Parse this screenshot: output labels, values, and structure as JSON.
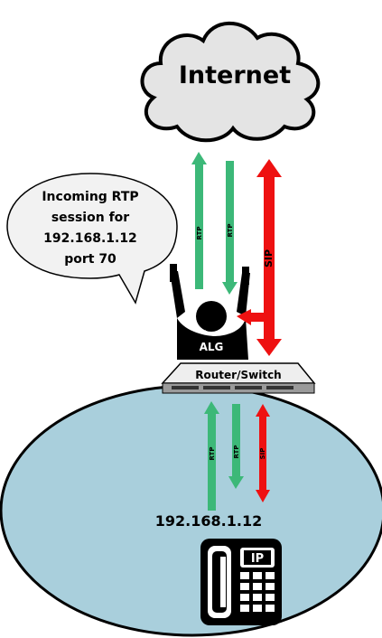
{
  "internet": {
    "label": "Internet"
  },
  "bubble": {
    "line1": "Incoming RTP",
    "line2": "session for",
    "line3": "192.168.1.12",
    "line4": "port 70"
  },
  "alg": {
    "label": "ALG"
  },
  "router": {
    "label": "Router/Switch"
  },
  "upper_arrows": {
    "rtp_up": "RTP",
    "rtp_down": "RTP",
    "sip": "SIP"
  },
  "lower_arrows": {
    "rtp_up": "RTP",
    "rtp_down": "RTP",
    "sip": "SIP"
  },
  "lan": {
    "ip": "192.168.1.12"
  },
  "phone": {
    "label": "IP"
  },
  "colors": {
    "rtp": "#3cb878",
    "sip": "#ee1111",
    "lan": "#a9cfdc",
    "outline": "#000000"
  },
  "icons": {
    "cloud": "cloud-icon",
    "person": "alg-operator-icon",
    "router": "router-switch-icon",
    "phone": "ip-phone-icon"
  }
}
